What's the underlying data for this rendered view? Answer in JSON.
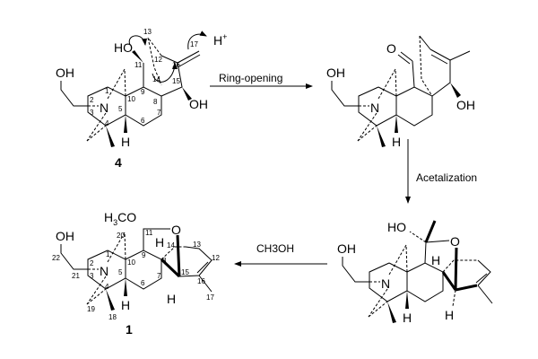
{
  "reagents": {
    "step1": "Ring-opening",
    "step2": "Acetalization",
    "step3": "CH3OH",
    "step3_main": "CH",
    "step3_sub": "3",
    "step3_end": "OH"
  },
  "compounds": {
    "c4": {
      "label": "4",
      "proton": "H",
      "proton_charge": "+"
    },
    "c1": {
      "label": "1",
      "methoxy_main": "H",
      "methoxy_sub": "3",
      "methoxy_end": "CO"
    }
  },
  "atoms": {
    "oh": "OH",
    "ho": "HO",
    "n": "N",
    "h": "H",
    "o": "O"
  },
  "numbering_4": [
    "13",
    "17",
    "11",
    "12",
    "16",
    "14",
    "15",
    "1",
    "2",
    "10",
    "9",
    "8",
    "3",
    "5",
    "7",
    "4",
    "6"
  ],
  "numbering_1": [
    "20",
    "11",
    "14",
    "13",
    "12",
    "22",
    "1",
    "10",
    "9",
    "8",
    "2",
    "15",
    "16",
    "21",
    "3",
    "5",
    "7",
    "6",
    "4",
    "17",
    "19",
    "18"
  ]
}
